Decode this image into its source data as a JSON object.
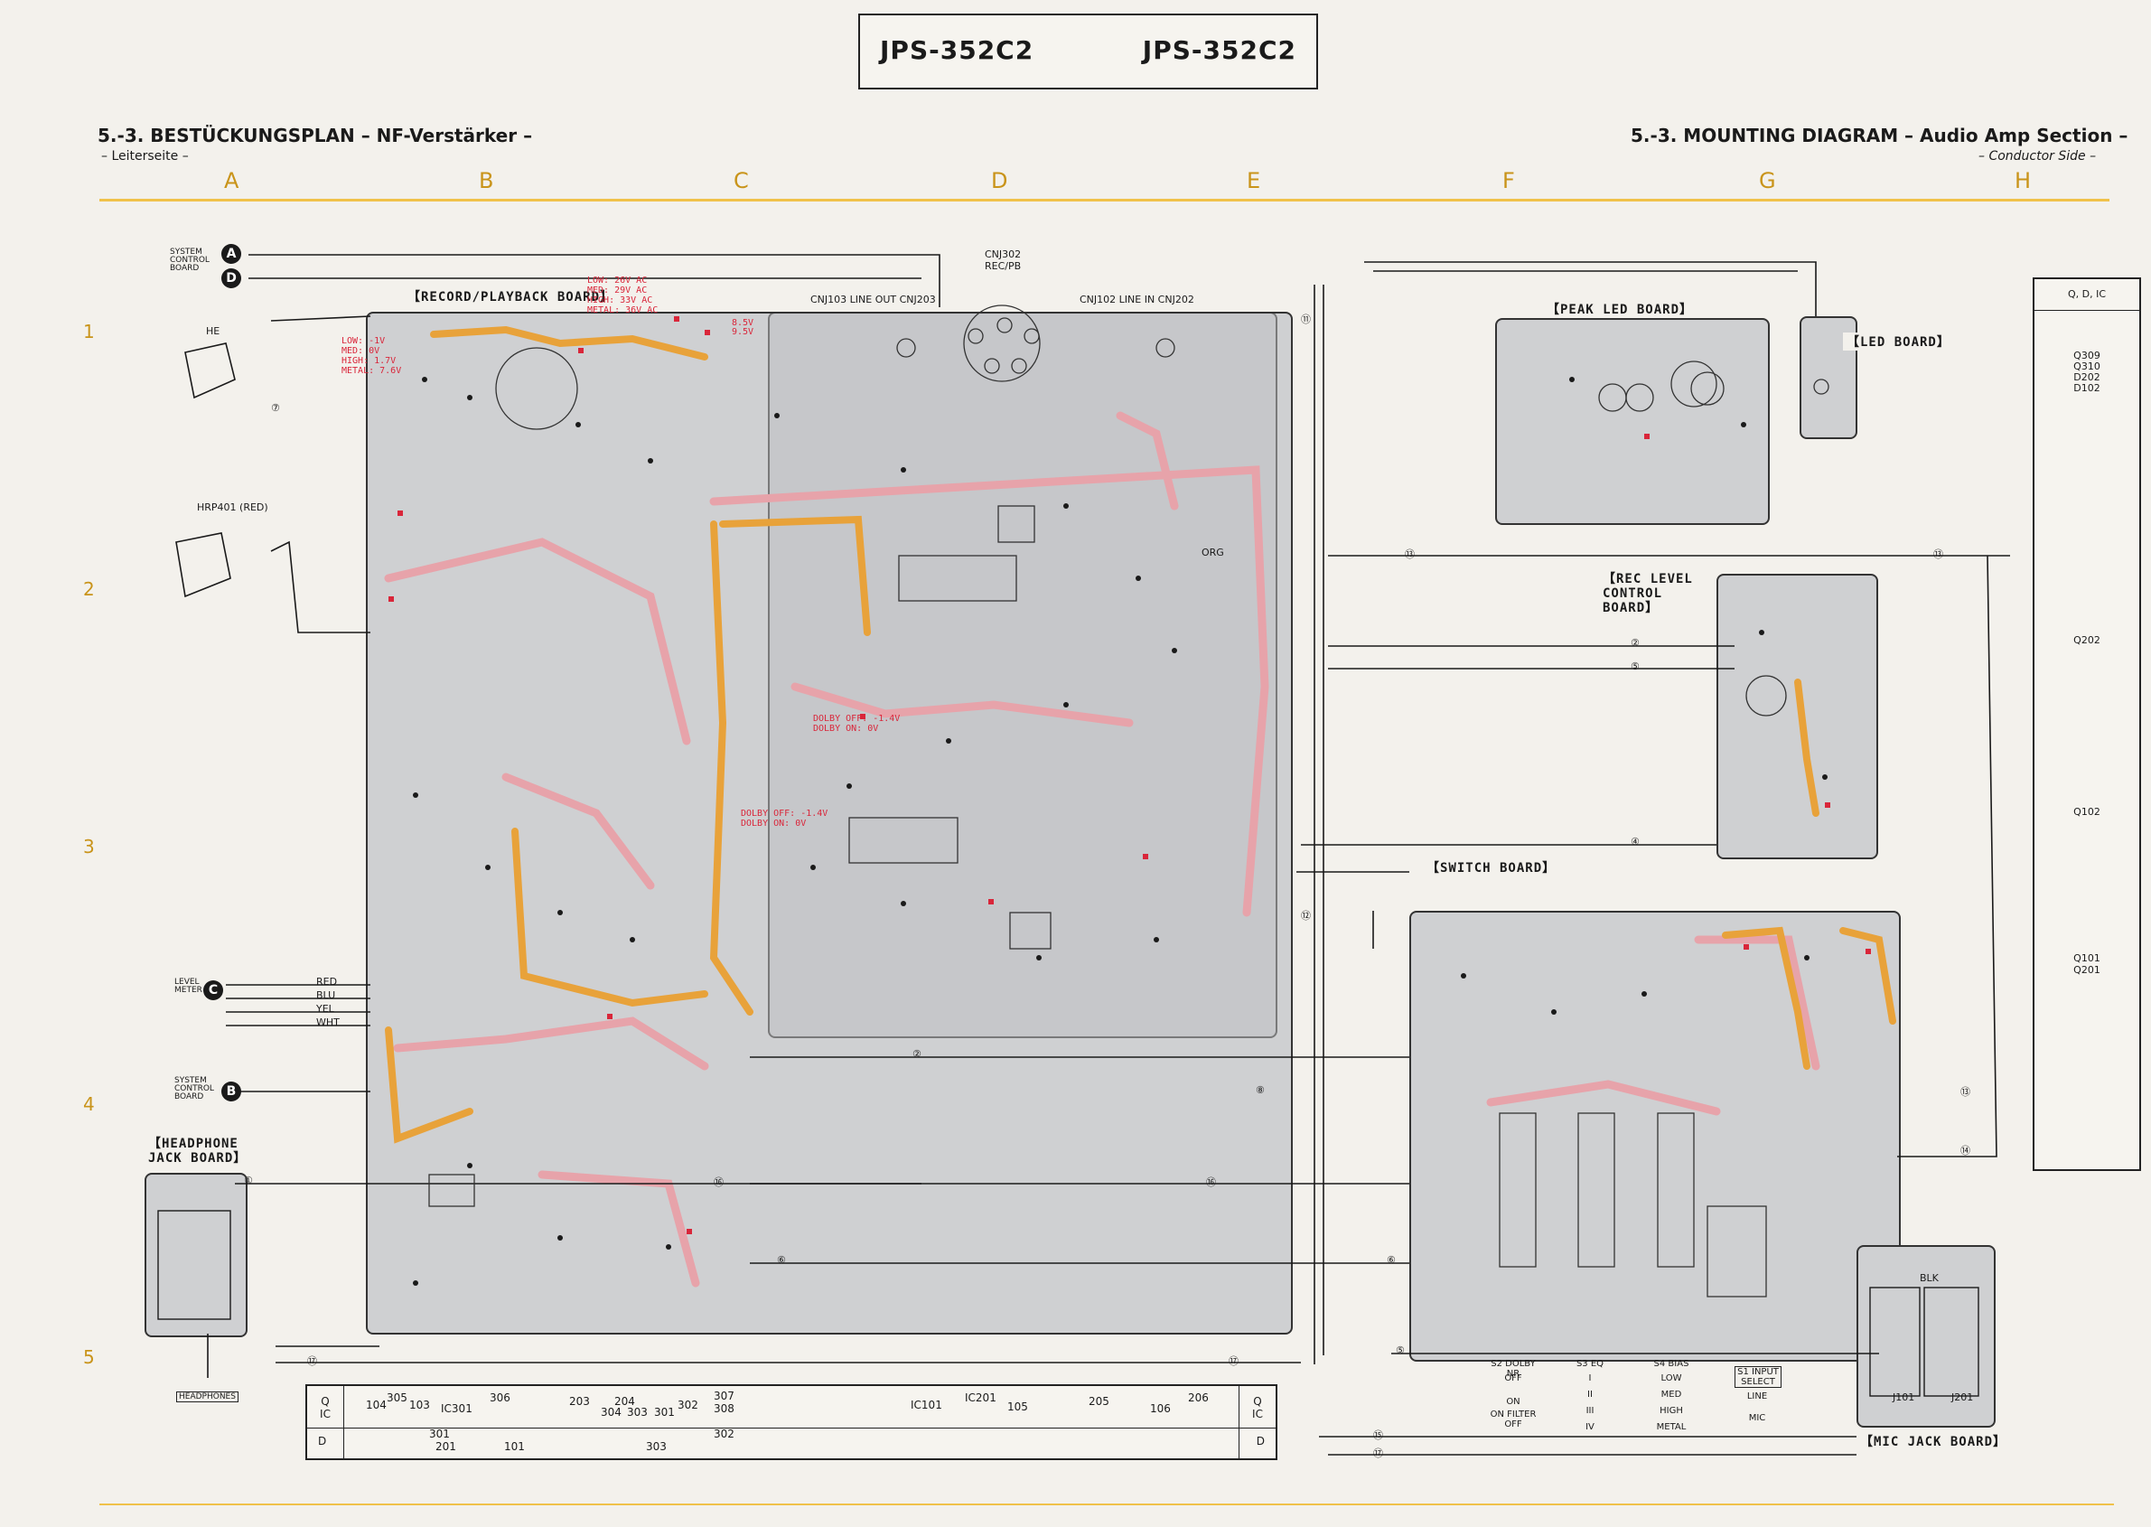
{
  "title": {
    "model_left": "JPS-352C2",
    "model_right": "JPS-352C2"
  },
  "header_left": {
    "title": "5.-3.  BESTÜCKUNGSPLAN – NF-Verstärker –",
    "subtitle": "– Leiterseite –"
  },
  "header_right": {
    "title": "5.-3.  MOUNTING DIAGRAM – Audio Amp Section –",
    "subtitle": "– Conductor Side –"
  },
  "columns": [
    "A",
    "B",
    "C",
    "D",
    "E",
    "F",
    "G",
    "H"
  ],
  "rows": [
    "1",
    "2",
    "3",
    "4",
    "5"
  ],
  "boards": {
    "record_playback": "【RECORD/PLAYBACK BOARD】",
    "peak_led": "【PEAK LED BOARD】",
    "led": "【LED BOARD】",
    "rec_level": "【REC LEVEL CONTROL BOARD】",
    "switch": "【SWITCH BOARD】",
    "headphone_jack": "【HEADPHONE JACK BOARD】",
    "mic_jack": "【MIC JACK BOARD】"
  },
  "connectors": {
    "system_control_a": "SYSTEM CONTROL BOARD",
    "system_control_b": "SYSTEM CONTROL BOARD",
    "level_meter": "LEVEL METER",
    "he": "HE",
    "hrp401": "HRP401 (RED)",
    "headphones": "HEADPHONES",
    "cnj302": "CNJ302 REC/PB",
    "cnj103": "CNJ103 LINE OUT CNJ203",
    "cnj102": "CNJ102 LINE IN CNJ202",
    "circle_a": "A",
    "circle_b": "B",
    "circle_c": "C",
    "circle_d": "D"
  },
  "notes": {
    "bias_levels": "LOW: 26V AC\nMED: 29V AC\nHIGH: 33V AC\nMETAL: 36V AC",
    "meter_levels": "LOW: -1V\nMED: 0V\nHIGH: 1.7V\nMETAL: 7.6V",
    "dolby_off": "DOLBY OFF: -1.4V\nDOLBY ON: 0V",
    "v85": "8.5V",
    "v95": "9.5V"
  },
  "switches": {
    "s2": {
      "name": "S2 DOLBY NR",
      "options": [
        "OFF",
        "ON",
        "ON FILTER OFF"
      ]
    },
    "s3": {
      "name": "S3 EQ",
      "options": [
        "I",
        "II",
        "III",
        "IV"
      ]
    },
    "s4": {
      "name": "S4 BIAS",
      "options": [
        "LOW",
        "MED",
        "HIGH",
        "METAL"
      ]
    },
    "s1": {
      "name": "S1 INPUT SELECT",
      "options": [
        "LINE",
        "MIC"
      ]
    }
  },
  "jacks": {
    "j101": "J101",
    "j201": "J201"
  },
  "wire_colors": [
    "RED",
    "BLU",
    "YEL",
    "WHT",
    "BLK",
    "ORG"
  ],
  "component_table": {
    "row_q_ic": "Q IC",
    "row_d": "D",
    "q_entries": [
      "104",
      "305",
      "103",
      "IC301",
      "306",
      "203",
      "304",
      "204",
      "303",
      "301",
      "302",
      "307",
      "308",
      "IC101",
      "IC201",
      "105",
      "205",
      "106",
      "206"
    ],
    "d_entries": [
      "301",
      "201",
      "101",
      "302",
      "303"
    ]
  },
  "side_table": {
    "header": "Q, D, IC",
    "entries": [
      "Q309",
      "Q310",
      "D202",
      "D102",
      "Q202",
      "Q102",
      "Q101",
      "Q201"
    ]
  },
  "wire_numbers": [
    "①",
    "②",
    "③",
    "④",
    "⑤",
    "⑥",
    "⑦",
    "⑧",
    "⑨",
    "⑩",
    "⑪",
    "⑫",
    "⑬",
    "⑭",
    "⑮",
    "⑯",
    "⑰"
  ],
  "colors": {
    "paper": "#f3f1ec",
    "pcb": "#cfd0d2",
    "trace_pink": "#e7a3aa",
    "trace_orange": "#e8a23a",
    "grid_gold": "#c9941a",
    "voltage_red": "#d9263a"
  }
}
